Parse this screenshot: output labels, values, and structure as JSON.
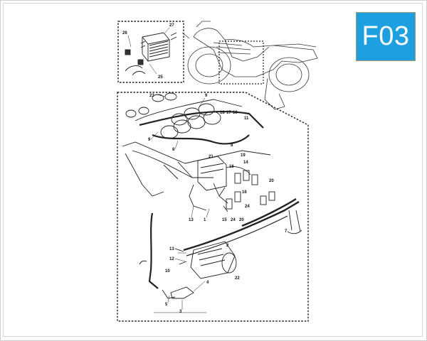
{
  "page": {
    "code": "F03",
    "accent": "#1e9fe0"
  },
  "callouts": {
    "regulator": [
      "26",
      "27",
      "25"
    ],
    "main": [
      "23",
      "9",
      "18",
      "17",
      "10",
      "11",
      "9",
      "8",
      "21",
      "19",
      "16",
      "14",
      "8",
      "16",
      "20",
      "13",
      "1",
      "15",
      "24",
      "20",
      "24",
      "2",
      "7",
      "13",
      "12",
      "22",
      "10",
      "4",
      "5",
      "3"
    ]
  }
}
